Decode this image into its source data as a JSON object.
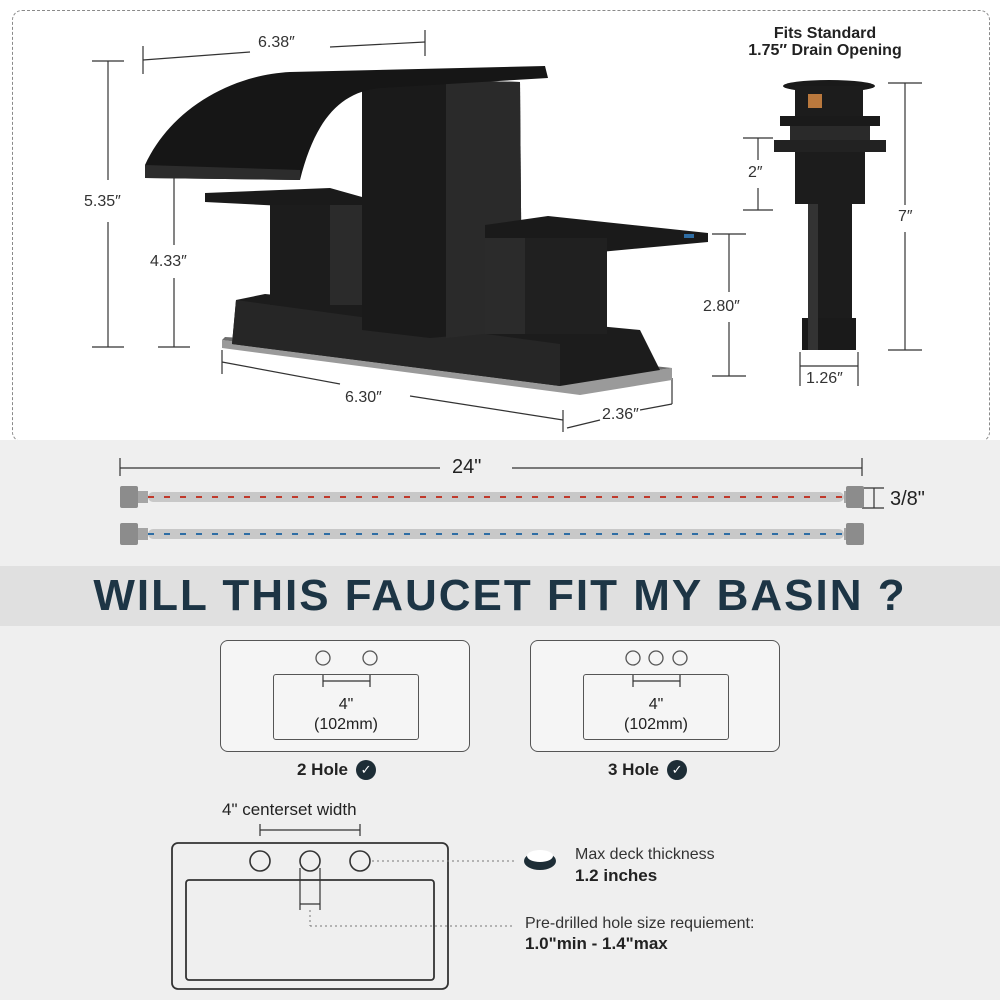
{
  "faucet_dims": {
    "spout_length": "6.38″",
    "total_height": "5.35″",
    "spout_height": "4.33″",
    "handle_height": "2.80″",
    "base_length": "6.30″",
    "base_depth": "2.36″"
  },
  "drain": {
    "title_line1": "Fits Standard",
    "title_line2": "1.75″ Drain Opening",
    "flange_height": "2″",
    "total_height": "7″",
    "tail_diameter": "1.26″"
  },
  "hoses": {
    "length": "24\"",
    "diameter": "3/8\""
  },
  "banner": {
    "title": "WILL THIS FAUCET FIT MY BASIN ?"
  },
  "basins": [
    {
      "measure": "4\"",
      "metric": "(102mm)",
      "label": "2 Hole"
    },
    {
      "measure": "4\"",
      "metric": "(102mm)",
      "label": "3 Hole"
    }
  ],
  "install": {
    "centerset": "4\" centerset width",
    "deck_title": "Max deck thickness",
    "deck_value": "1.2 inches",
    "hole_title": "Pre-drilled hole size requiement:",
    "hole_value": "1.0\"min - 1.4\"max"
  },
  "colors": {
    "accent": "#1d3545",
    "faucet": "#1c1c1c",
    "hot_stripe": "#c0392b",
    "cold_stripe": "#2e6da4"
  }
}
